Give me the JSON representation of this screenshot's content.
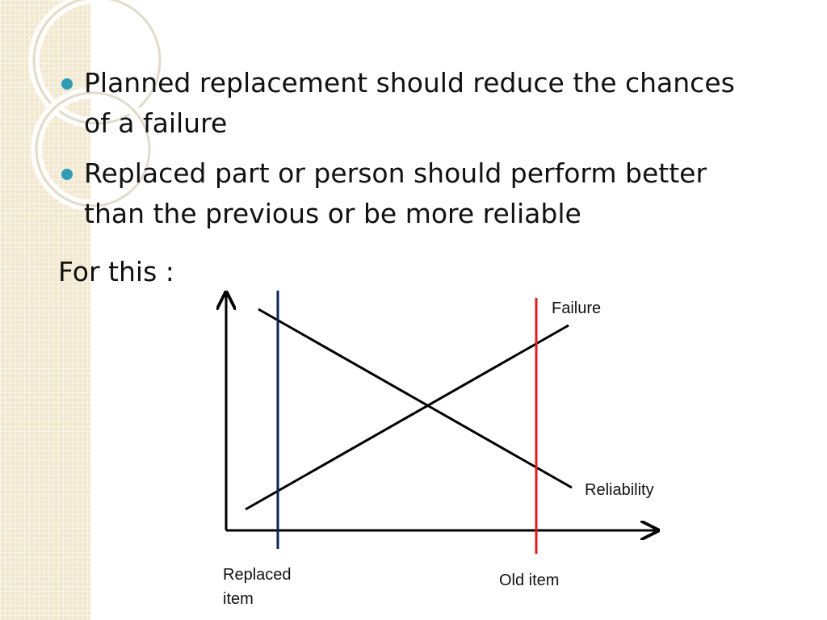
{
  "bullets": [
    "Planned replacement should reduce the chances of a failure",
    "Replaced part or person should perform better than the previous or be more reliable"
  ],
  "intro": "For this :",
  "diagram": {
    "curves": {
      "failure": "Failure",
      "reliability": "Reliability"
    },
    "markers": {
      "replaced_line1": "Replaced",
      "replaced_line2": "item",
      "old": "Old item"
    },
    "colors": {
      "replaced": "#0b2458",
      "old": "#e01b1b",
      "curve": "#000000",
      "bullet": "#2f9db6"
    }
  }
}
